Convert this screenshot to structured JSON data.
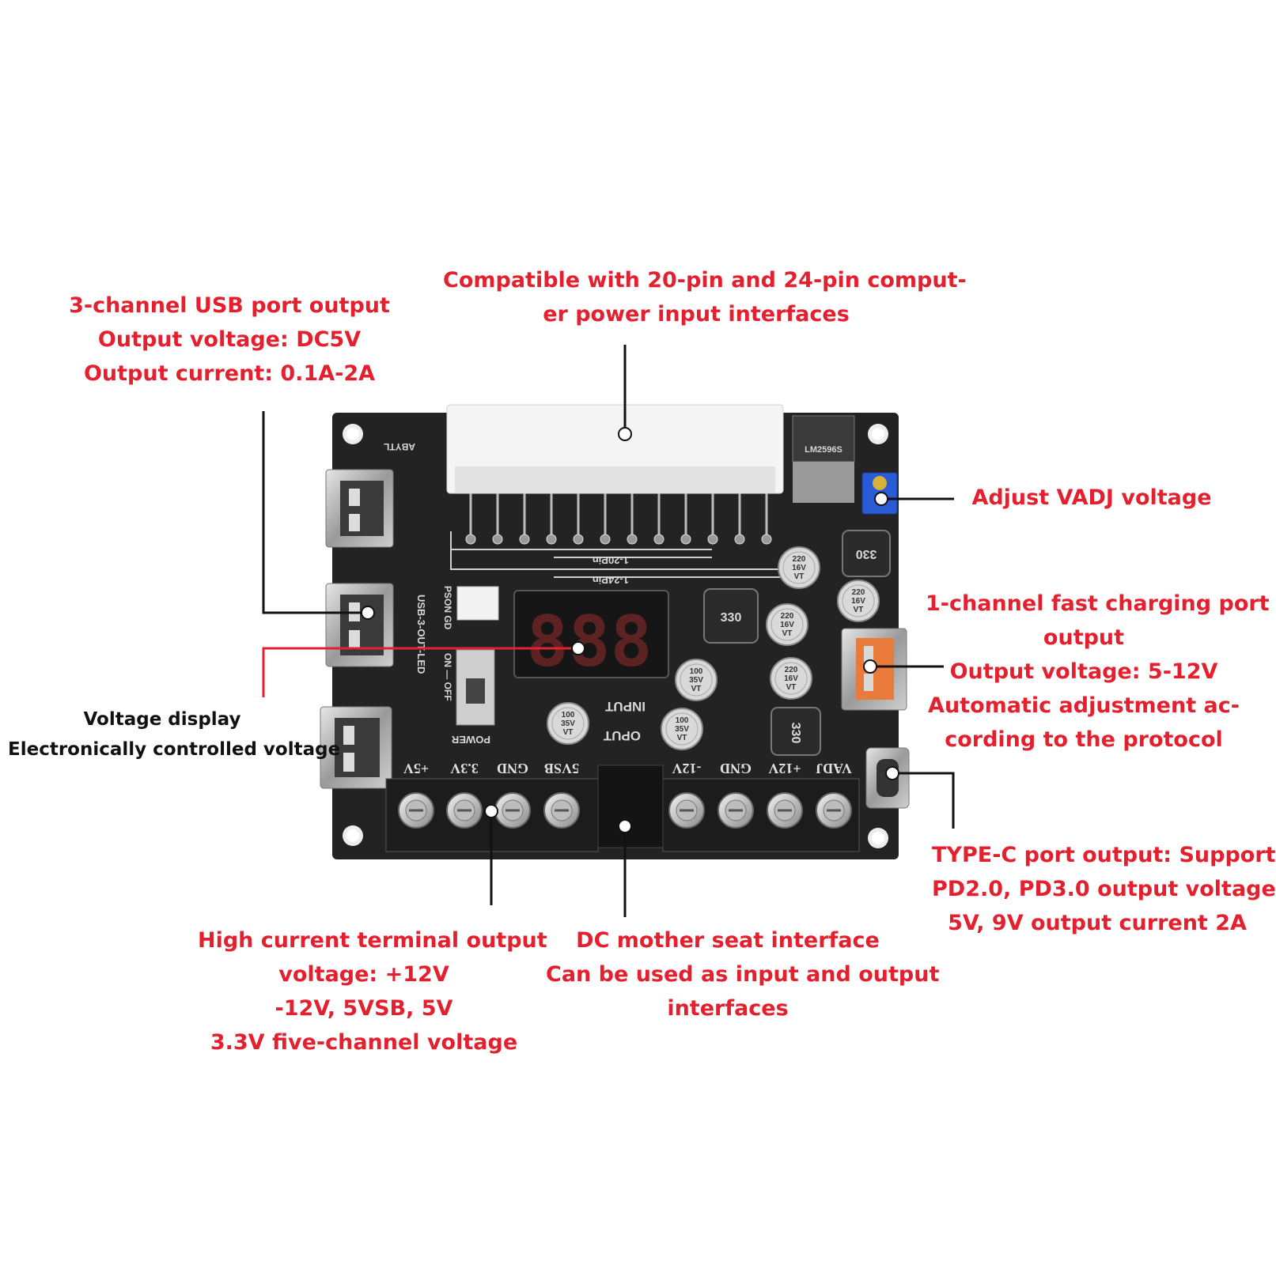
{
  "colors": {
    "callout_text": "#e4202f",
    "dark_text": "#111111",
    "leader_line": "#111111",
    "red_leader_line": "#e4202f",
    "pcb": "#232323",
    "display_segment": "#e23b3b"
  },
  "callouts": {
    "usb": {
      "lines": [
        "3-channel USB port output",
        "Output voltage: DC5V",
        "Output current: 0.1A-2A"
      ]
    },
    "atx": {
      "lines": [
        "Compatible with 20-pin and 24-pin comput-",
        "er power input interfaces"
      ]
    },
    "vadj": {
      "lines": [
        "Adjust VADJ voltage"
      ]
    },
    "fast_charge": {
      "lines": [
        "1-channel fast charging port",
        "output",
        "Output voltage: 5-12V",
        "Automatic adjustment ac-",
        "cording to the protocol"
      ]
    },
    "display": {
      "lines": [
        "Voltage display",
        "Electronically controlled voltage"
      ]
    },
    "typec": {
      "lines": [
        "TYPE-C port output: Support",
        "PD2.0, PD3.0 output voltage",
        "5V, 9V output current 2A"
      ]
    },
    "terminal": {
      "lines": [
        "High current terminal output",
        "voltage: +12V",
        "-12V, 5VSB, 5V",
        "3.3V five-channel voltage"
      ]
    },
    "dc": {
      "lines": [
        "DC mother seat interface",
        "Can be used as input and output",
        "interfaces"
      ]
    }
  },
  "board": {
    "terminal_labels": [
      "+5V",
      "3.3V",
      "GND",
      "5VSB",
      "-12V",
      "GND",
      "+12V",
      "VADJ"
    ],
    "pin_labels": {
      "pin20": "1-20Pin",
      "pin24": "1-24Pin"
    },
    "usb_marking": "USB-3-OUT-LED",
    "switch_labels": [
      "PSON GD",
      "ON — OFF"
    ],
    "power_label": "POWER",
    "input_label": "INPUT",
    "output_label": "OPUT",
    "display_digits": "888",
    "capacitors": [
      {
        "value": "220",
        "rating": "16V",
        "series": "VT"
      },
      {
        "value": "220",
        "rating": "16V",
        "series": "VT"
      },
      {
        "value": "220",
        "rating": "16V",
        "series": "VT"
      },
      {
        "value": "220",
        "rating": "16V",
        "series": "VT"
      },
      {
        "value": "100",
        "rating": "35V",
        "series": "VT"
      },
      {
        "value": "100",
        "rating": "35V",
        "series": "VT"
      },
      {
        "value": "100",
        "rating": "35V",
        "series": "VT"
      }
    ],
    "inductor_labels": [
      "330",
      "330",
      "330"
    ],
    "regulator_marking": "LM2596S",
    "corner_marking": "ABYTL"
  }
}
